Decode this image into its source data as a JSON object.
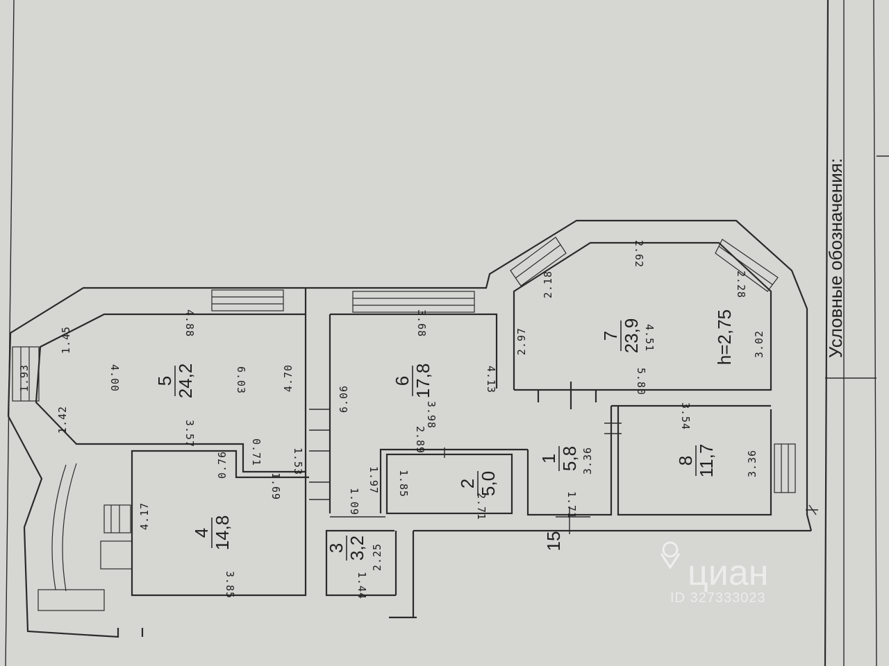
{
  "legend": {
    "title": "Условные обозначения:"
  },
  "height_label": "h=2,75",
  "rooms": [
    {
      "number": "1",
      "area": "5,8"
    },
    {
      "number": "2",
      "area": "5,0"
    },
    {
      "number": "3",
      "area": "3,2"
    },
    {
      "number": "4",
      "area": "14,8"
    },
    {
      "number": "5",
      "area": "24,2"
    },
    {
      "number": "6",
      "area": "17,8"
    },
    {
      "number": "7",
      "area": "23,9"
    },
    {
      "number": "8",
      "area": "11,7"
    }
  ],
  "wall_label": "15",
  "dimensions": [
    "4.88",
    "1.45",
    "1.93",
    "1.42",
    "4.00",
    "6.03",
    "4.70",
    "3.57",
    "0.71",
    "1.53",
    "0.76",
    "1.69",
    "3.68",
    "6.06",
    "4.13",
    "3.98",
    "2.89",
    "1.97",
    "1.09",
    "1.85",
    "2.71",
    "4.17",
    "3.85",
    "1.44",
    "2.25",
    "2.62",
    "2.18",
    "2.28",
    "2.97",
    "4.51",
    "3.02",
    "5.80",
    "3.54",
    "3.36",
    "3.36",
    "1.71"
  ],
  "watermark": {
    "brand": "циан",
    "id": "ID 327333023"
  }
}
